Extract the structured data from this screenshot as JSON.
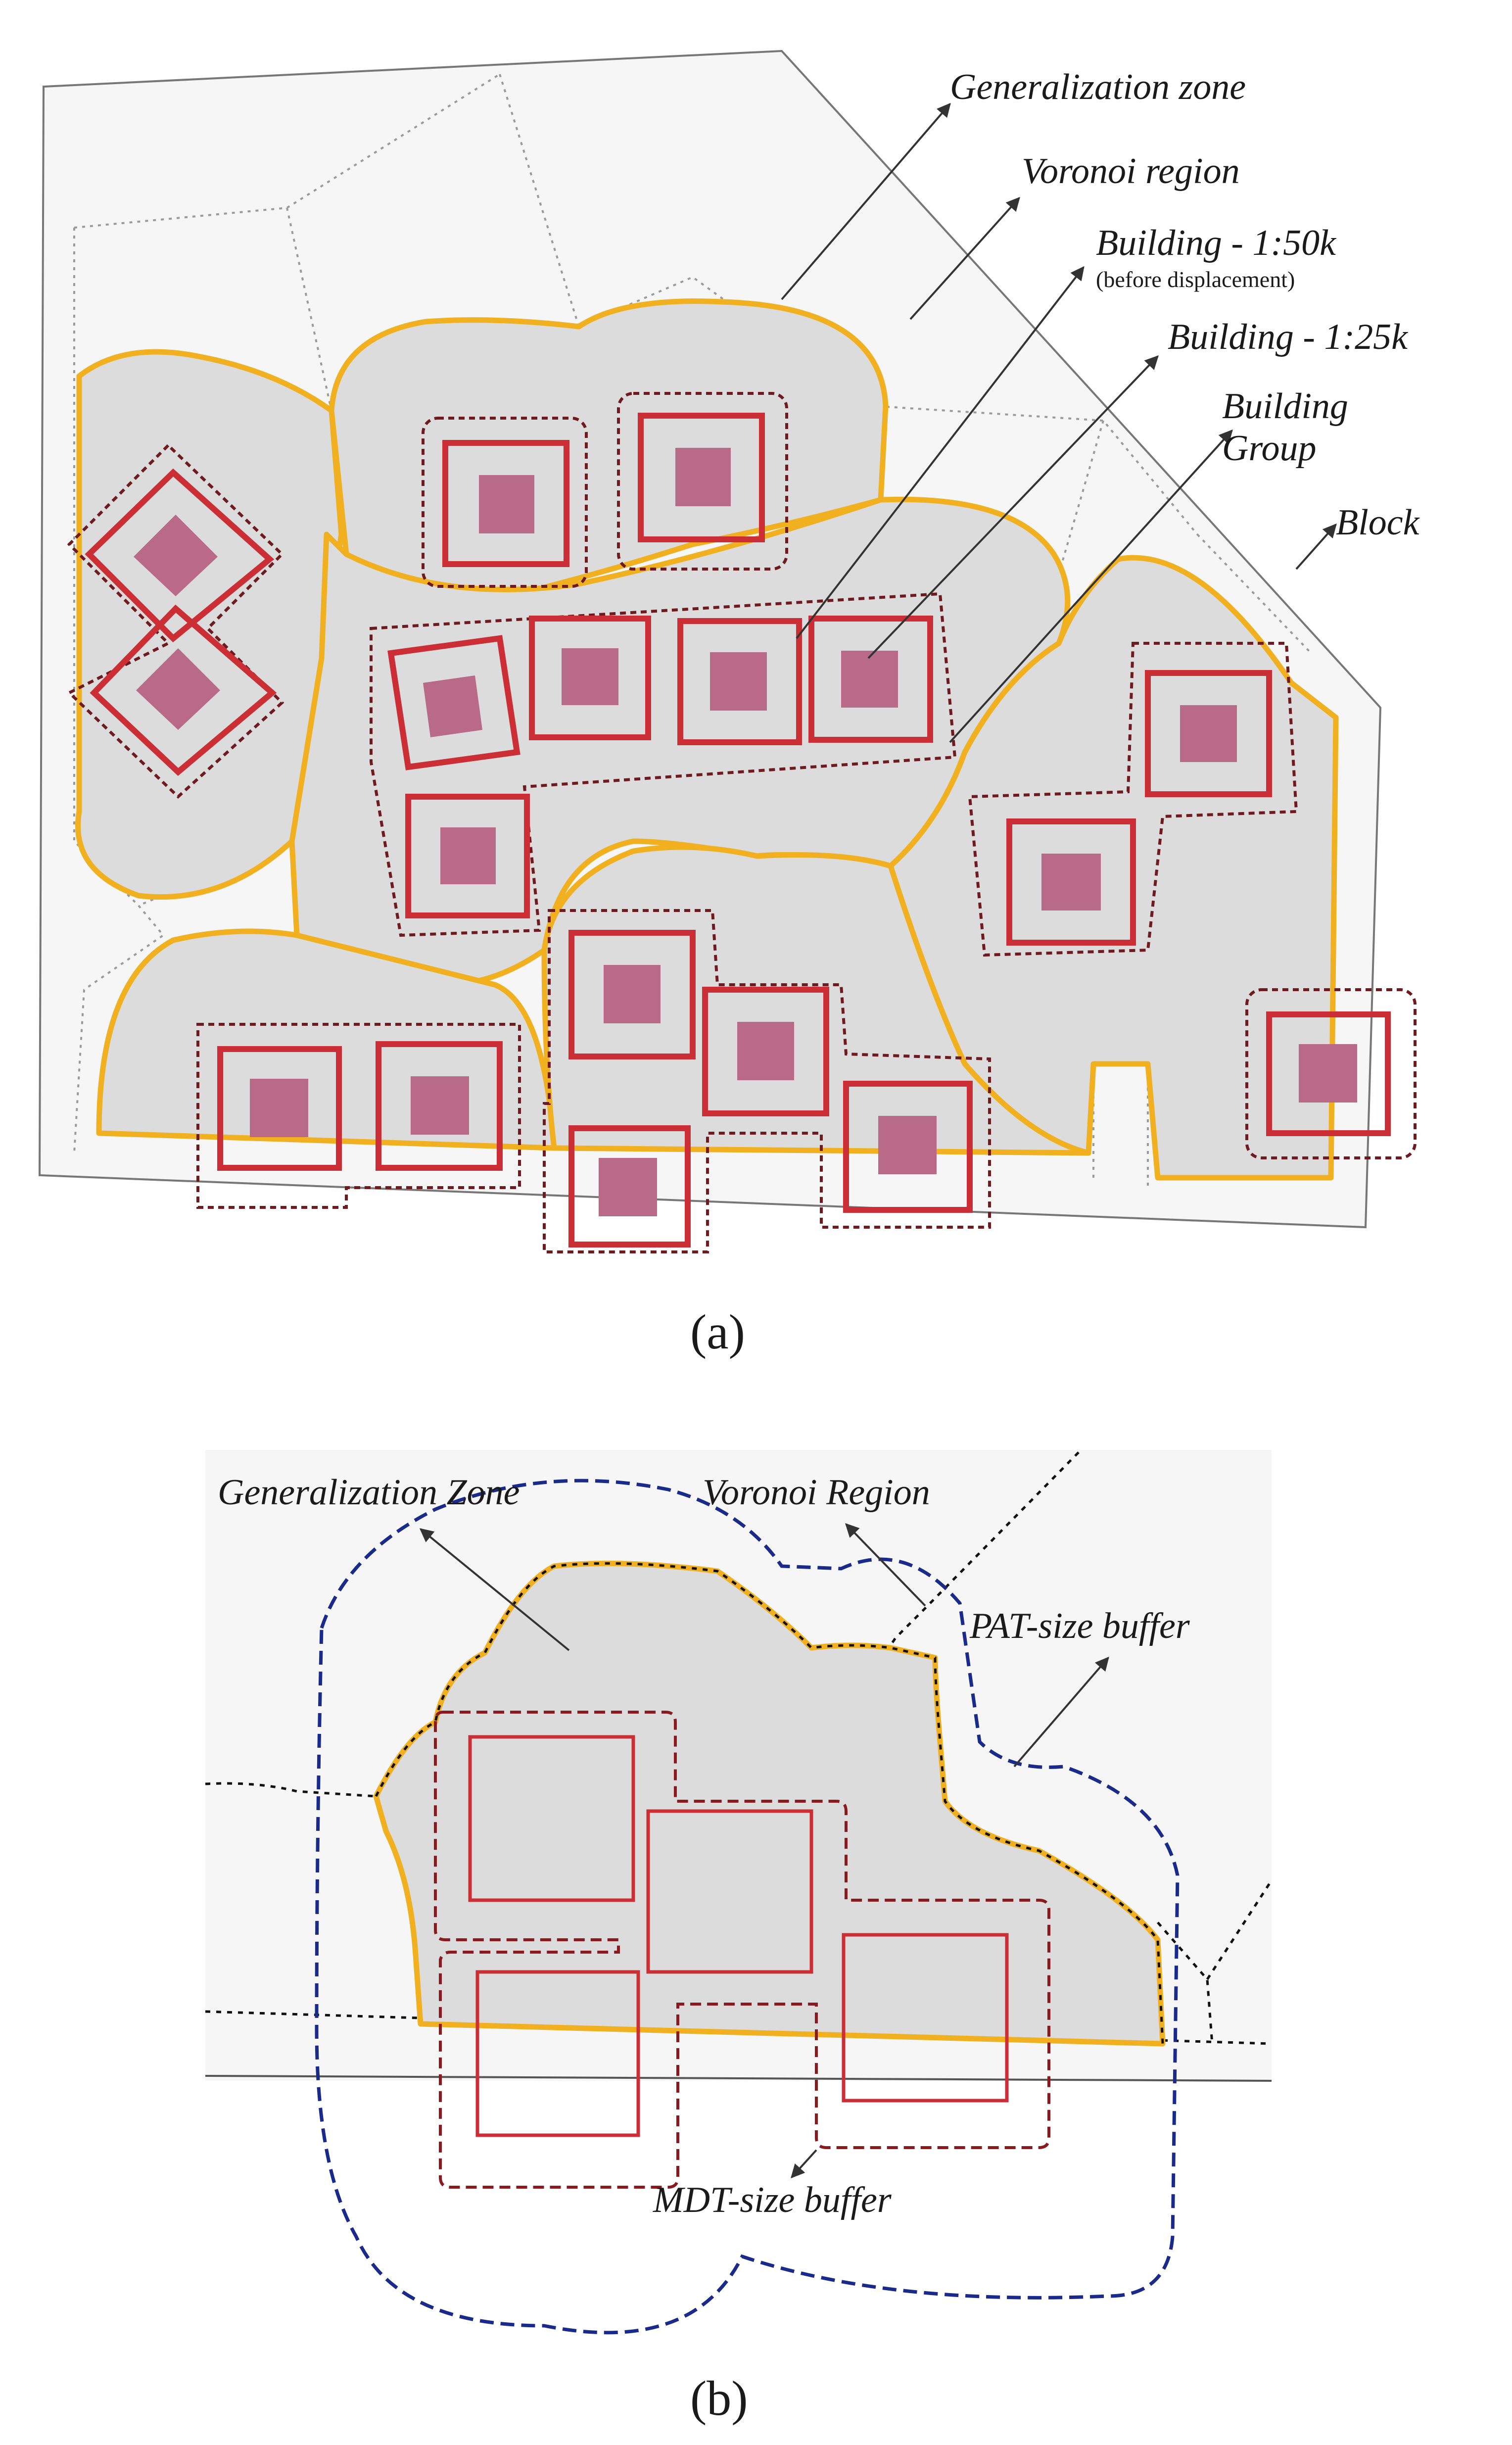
{
  "panel_a": {
    "caption": "(a)",
    "labels": {
      "generalization_zone": "Generalization zone",
      "voronoi_region": "Voronoi region",
      "building_50k": "Building - 1:50k",
      "building_50k_note": "(before displacement)",
      "building_25k": "Building - 1:25k",
      "building_group_line1": "Building",
      "building_group_line2": "Group",
      "block": "Block"
    }
  },
  "panel_b": {
    "caption": "(b)",
    "labels": {
      "generalization_zone": "Generalization Zone",
      "voronoi_region": "Voronoi Region",
      "pat_buffer": "PAT-size buffer",
      "mdt_buffer": "MDT-size buffer"
    }
  },
  "colors": {
    "zone_fill": "#dcdcdc",
    "zone_outline": "#f0b020",
    "building_25k": "#cc2e35",
    "building_50k": "#b96a86",
    "group_buffer": "#6e1a1e",
    "pat_buffer": "#1a2a8a"
  }
}
